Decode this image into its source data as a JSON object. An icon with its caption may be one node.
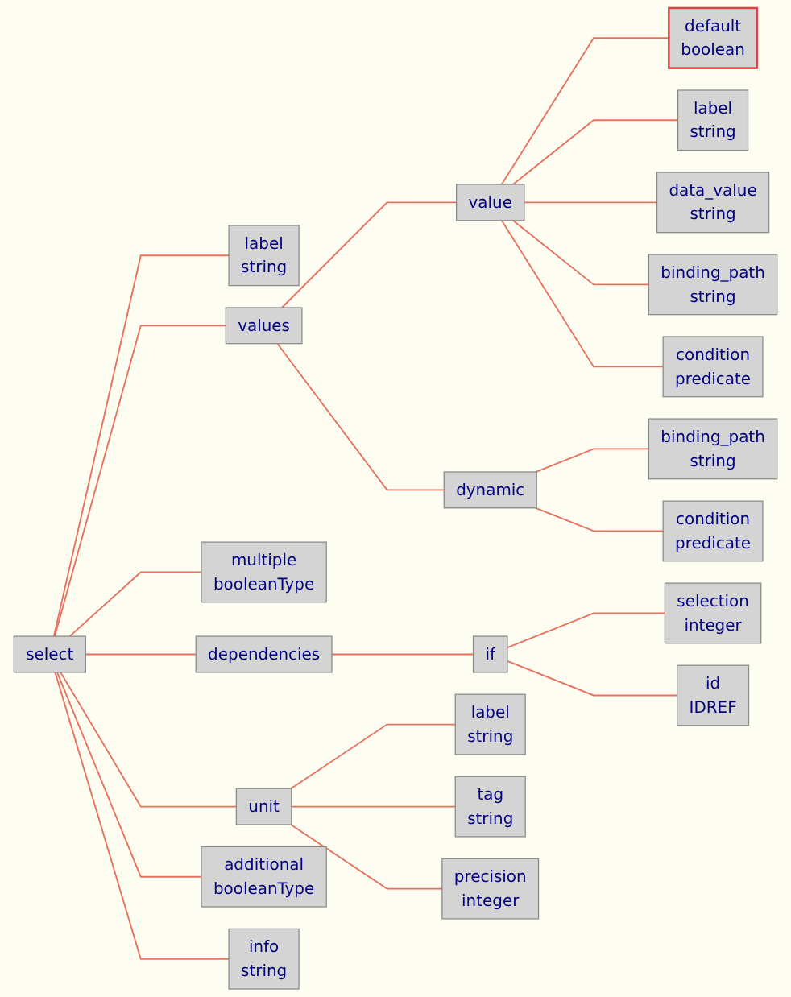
{
  "diagram": {
    "nodes": [
      {
        "text": [
          "select"
        ]
      },
      {
        "text": [
          "label",
          "string"
        ]
      },
      {
        "text": [
          "values"
        ]
      },
      {
        "text": [
          "value"
        ]
      },
      {
        "text": [
          "default",
          "boolean"
        ]
      },
      {
        "text": [
          "label",
          "string"
        ]
      },
      {
        "text": [
          "data_value",
          "string"
        ]
      },
      {
        "text": [
          "binding_path",
          "string"
        ]
      },
      {
        "text": [
          "condition",
          "predicate"
        ]
      },
      {
        "text": [
          "dynamic"
        ]
      },
      {
        "text": [
          "binding_path",
          "string"
        ]
      },
      {
        "text": [
          "condition",
          "predicate"
        ]
      },
      {
        "text": [
          "multiple",
          "booleanType"
        ]
      },
      {
        "text": [
          "dependencies"
        ]
      },
      {
        "text": [
          "if"
        ]
      },
      {
        "text": [
          "selection",
          "integer"
        ]
      },
      {
        "text": [
          "id",
          "IDREF"
        ]
      },
      {
        "text": [
          "unit"
        ]
      },
      {
        "text": [
          "label",
          "string"
        ]
      },
      {
        "text": [
          "tag",
          "string"
        ]
      },
      {
        "text": [
          "precision",
          "integer"
        ]
      },
      {
        "text": [
          "additional",
          "booleanType"
        ]
      },
      {
        "text": [
          "info",
          "string"
        ]
      }
    ],
    "edges": [
      {
        "from": 0,
        "to": 1,
        "arrow": "none"
      },
      {
        "from": 0,
        "to": 2,
        "arrow": "none"
      },
      {
        "from": 2,
        "to": 3,
        "arrow": "none"
      },
      {
        "from": 3,
        "to": 4,
        "arrow": "none"
      },
      {
        "from": 3,
        "to": 5,
        "arrow": "none"
      },
      {
        "from": 3,
        "to": 6,
        "arrow": "none"
      },
      {
        "from": 3,
        "to": 7,
        "arrow": "none"
      },
      {
        "from": 3,
        "to": 8,
        "arrow": "none"
      },
      {
        "from": 2,
        "to": 9,
        "arrow": "none"
      },
      {
        "from": 9,
        "to": 10,
        "arrow": "none"
      },
      {
        "from": 9,
        "to": 11,
        "arrow": "none"
      },
      {
        "from": 0,
        "to": 12,
        "arrow": "none"
      },
      {
        "from": 0,
        "to": 13,
        "arrow": "none"
      },
      {
        "from": 13,
        "to": 14,
        "arrow": "none"
      },
      {
        "from": 14,
        "to": 15,
        "arrow": "none"
      },
      {
        "from": 14,
        "to": 16,
        "arrow": "none"
      },
      {
        "from": 0,
        "to": 17,
        "arrow": "none"
      },
      {
        "from": 17,
        "to": 18,
        "arrow": "none"
      },
      {
        "from": 17,
        "to": 19,
        "arrow": "none"
      },
      {
        "from": 17,
        "to": 20,
        "arrow": "none"
      },
      {
        "from": 0,
        "to": 21,
        "arrow": "none"
      },
      {
        "from": 0,
        "to": 22,
        "arrow": "none"
      }
    ]
  }
}
